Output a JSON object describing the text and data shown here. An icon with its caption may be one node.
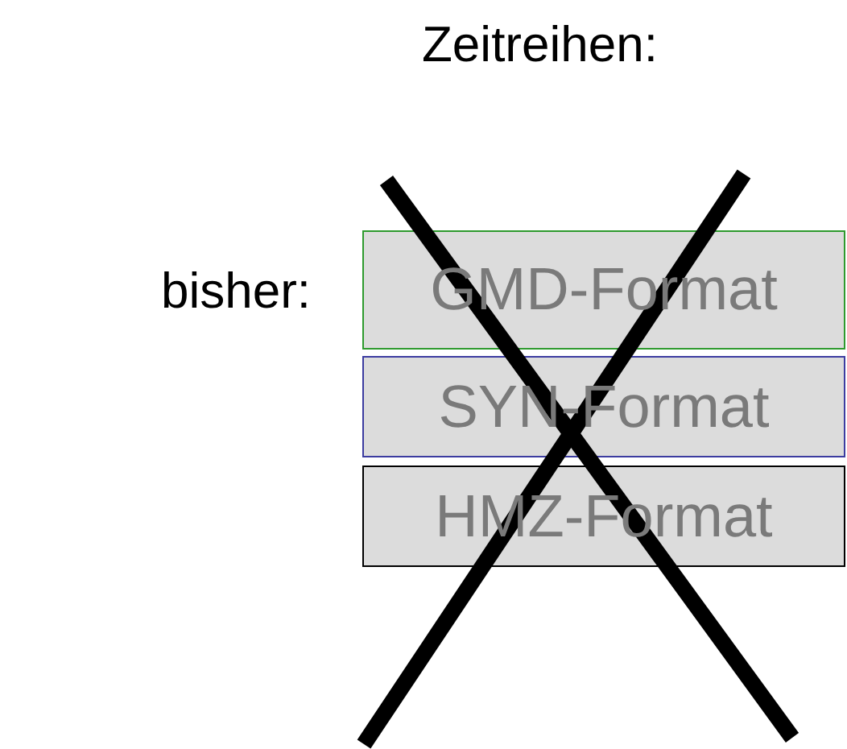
{
  "diagram": {
    "title": "Zeitreihen:",
    "nodes": [
      {
        "text": [
          "GMD-Format"
        ]
      },
      {
        "text": [
          "SYN-Format"
        ]
      },
      {
        "text": [
          "HMZ-Format"
        ]
      }
    ],
    "edges": [],
    "labels": [
      "bisher:"
    ]
  }
}
